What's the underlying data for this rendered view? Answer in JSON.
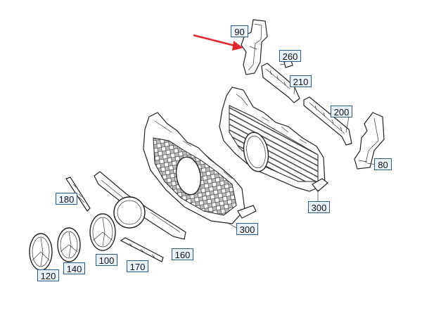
{
  "callouts": {
    "c90": "90",
    "c260": "260",
    "c210": "210",
    "c200": "200",
    "c80": "80",
    "c300a": "300",
    "c300b": "300",
    "c180": "180",
    "c160": "160",
    "c170": "170",
    "c100": "100",
    "c140": "140",
    "c120": "120"
  },
  "colors": {
    "arrow": "#e3262d",
    "callout_border": "#2c5a8c",
    "callout_fill": "#eaf2fb",
    "line": "#222222"
  }
}
